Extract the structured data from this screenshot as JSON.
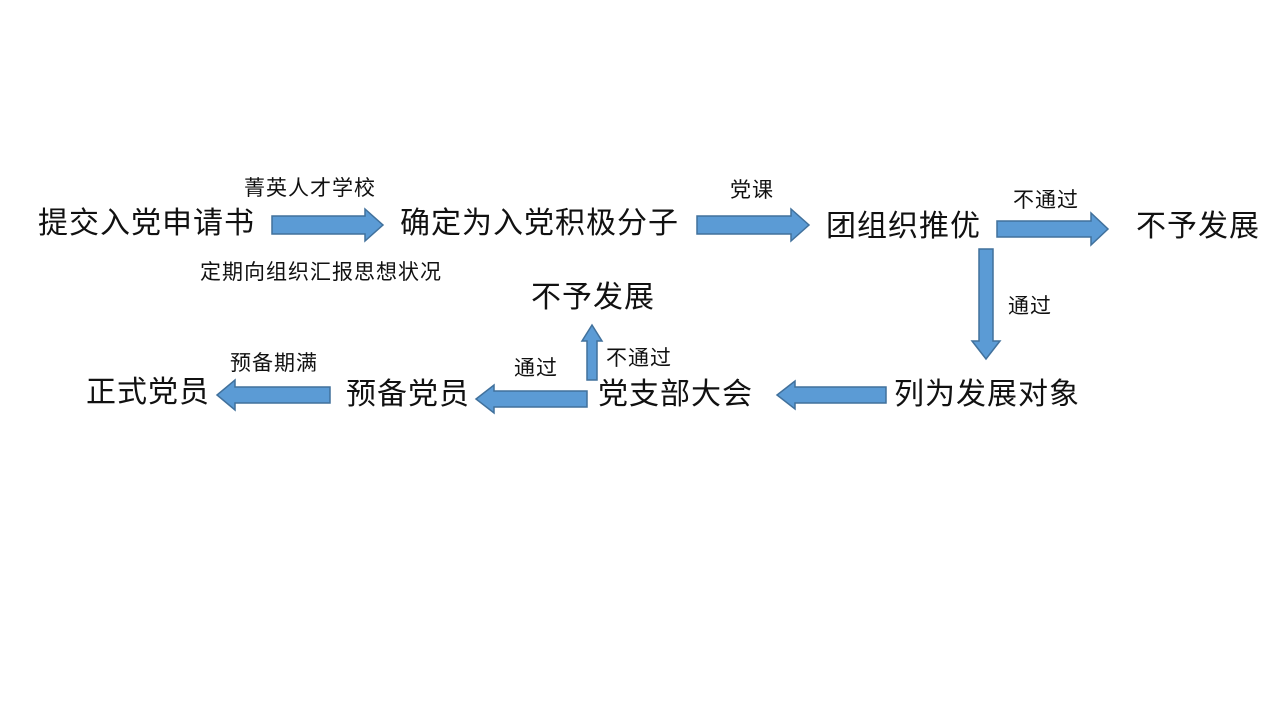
{
  "colors": {
    "arrow_fill": "#5B9BD5",
    "arrow_stroke": "#41719C",
    "text": "#111111",
    "background": "#FFFFFF"
  },
  "nodes": {
    "submit_application": "提交入党申请书",
    "activist": "确定为入党积极分子",
    "league_recommend": "团组织推优",
    "not_developed_1": "不予发展",
    "development_target": "列为发展对象",
    "branch_meeting": "党支部大会",
    "not_developed_2": "不予发展",
    "probationary_member": "预备党员",
    "full_member": "正式党员"
  },
  "labels": {
    "elite_school": "菁英人才学校",
    "report_thoughts": "定期向组织汇报思想状况",
    "party_course": "党课",
    "not_pass_1": "不通过",
    "pass_1": "通过",
    "not_pass_2": "不通过",
    "pass_2": "通过",
    "probation_end": "预备期满"
  }
}
